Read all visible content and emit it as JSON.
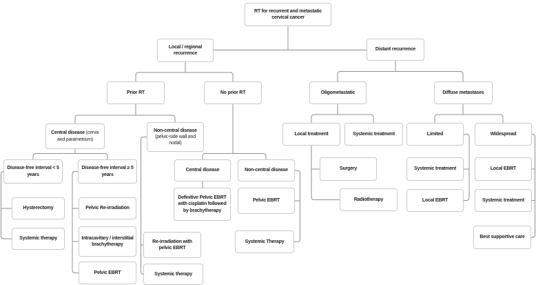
{
  "colors": {
    "background": "#ffffff",
    "box_fill": "#ffffff",
    "box_border": "#c9c9c9",
    "line": "#8f8f8f",
    "text": "#1c1c1c"
  },
  "nodes": {
    "root": "RT for recurrent and metastatic cervical cancer",
    "local_regional_recurrence": "Local / regional recurrence",
    "distant_recurrence": "Distant recurrence",
    "local_regional_branch": {
      "prior_rt": "Prior RT",
      "no_prior_rt": "No prior RT",
      "prior_rt_branch": {
        "central_disease_bold": "Central disease",
        "central_disease_rest": " (cervix and parametrium)",
        "noncentral_disease_bold": "Non-central disease",
        "noncentral_disease_rest": " (pelvic-side wall and nodal)",
        "dfi_lt5": "Disease-free interval < 5 years",
        "dfi_ge5": "Disease-free interval ≥ 5 years",
        "hysterectomy": "Hysterectomy",
        "systemic_therapy": "Systemic therapy",
        "pelvic_reirradiation": "Pelvic Re-irradiation",
        "intracavitary_brachytherapy": "Intracavitary / interstitial brachytherapy",
        "pelvic_ebrt": "Pelvic EBRT",
        "reirradiation_with_pelvic_ebrt": "Re-irradiation with pelvic EBRT",
        "noncentral_systemic_therapy": "Systemic therapy"
      },
      "no_prior_rt_branch": {
        "central_disease": "Central disease",
        "noncentral_disease": "Non-central disease",
        "definitive_pelvic_ebrt": "Definitive Pelvic EBRT with cisplatin followed by brachytherapy",
        "pelvic_ebrt": "Pelvic EBRT",
        "systemic_therapy": "Systemic Therapy"
      }
    },
    "distant_branch": {
      "oligometastatic": "Oligometastatic",
      "diffuse_metastases": "Diffuse metastases",
      "oligometastatic_branch": {
        "local_treatment": "Local treatment",
        "systemic_treatment": "Systemic treatment",
        "surgery": "Surgery",
        "radiotherapy": "Radiotherapy"
      },
      "diffuse_branch": {
        "limited": "Limited",
        "widespread": "Widespread",
        "limited_systemic_treatment": "Systemic treatment",
        "limited_local_ebrt": "Local EBRT",
        "widespread_local_ebrt": "Local EBRT",
        "widespread_systemic_treatment": "Systemic treatment",
        "best_supportive_care": "Best supportive care"
      }
    }
  }
}
